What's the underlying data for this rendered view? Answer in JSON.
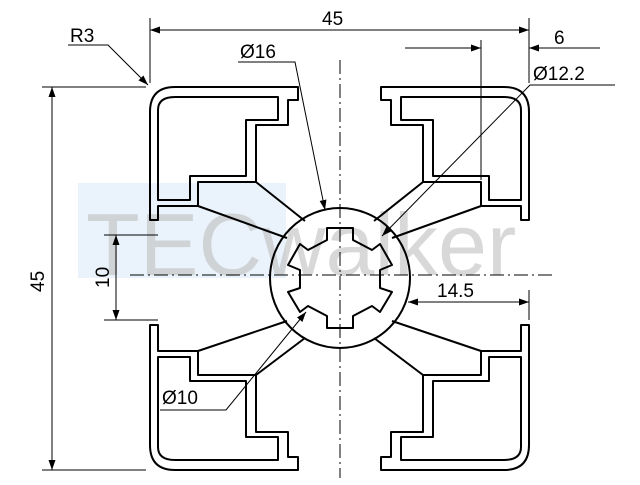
{
  "drawing": {
    "overall_width": "45",
    "overall_height": "45",
    "slot_width": "10",
    "slot_offset": "6",
    "corner_radius": "R3",
    "center_bore": "Ø16",
    "corner_hole": "Ø12.2",
    "core_bore": "Ø10",
    "slot_depth": "14.5"
  },
  "watermark": {
    "text": "TECwalker",
    "color": "#2f86d6"
  },
  "colors": {
    "line": "#000000",
    "background": "#ffffff"
  }
}
